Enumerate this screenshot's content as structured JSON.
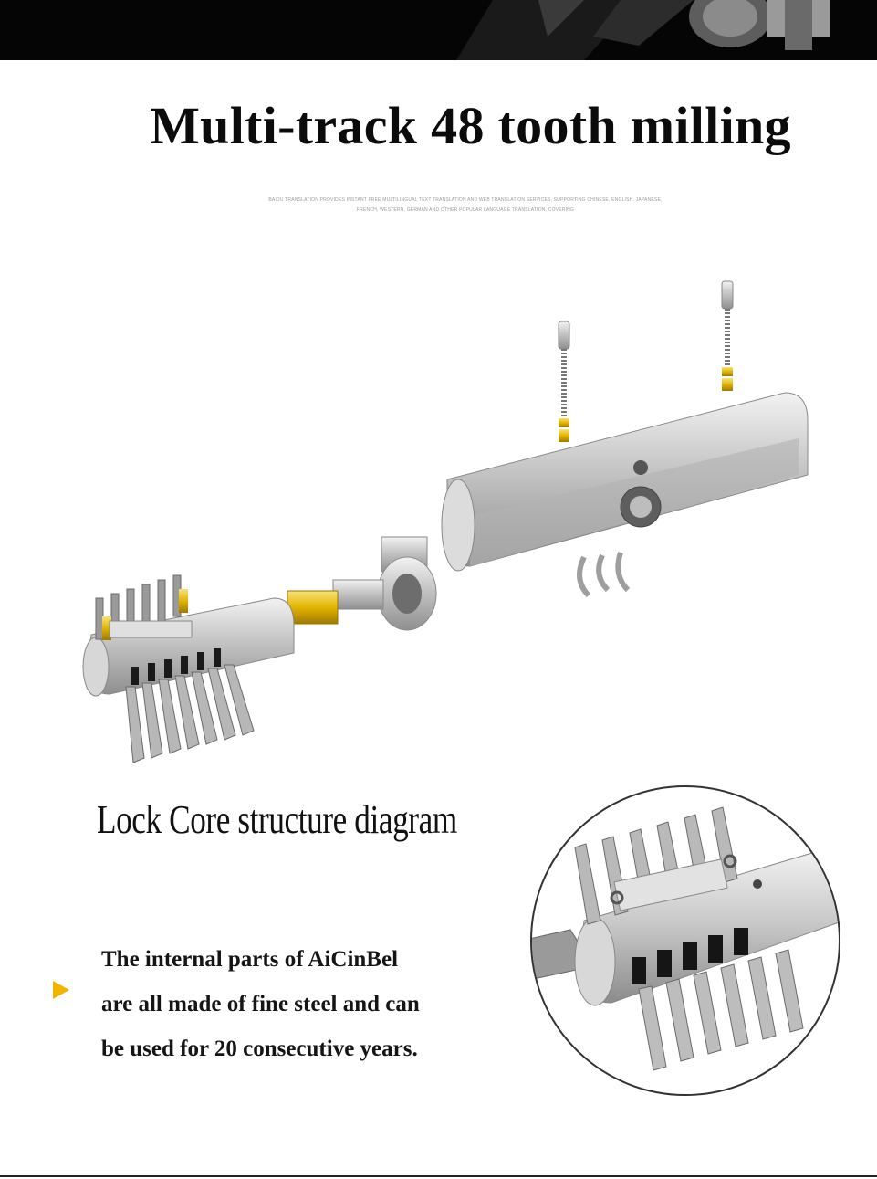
{
  "headline": "Multi-track 48 tooth milling",
  "fine_print": {
    "line1": "BAIDU TRANSLATION PROVIDES INSTANT FREE MULTILINGUAL TEXT TRANSLATION AND WEB TRANSLATION SERVICES, SUPPORTING CHINESE, ENGLISH, JAPANESE,",
    "line2": "FRENCH, WESTERN, GERMAN AND OTHER POPULAR LANGUAGE TRANSLATION, COVERING"
  },
  "diagram_label": "Lock Core structure diagram",
  "description": {
    "line1": "The internal parts of AiCinBel",
    "line2": "are all made of fine steel and can",
    "line3": "be used for 20 consecutive years."
  },
  "colors": {
    "accent": "#f2b400",
    "steel": "#c9c9c9",
    "brass": "#e2b400",
    "text": "#111111"
  }
}
